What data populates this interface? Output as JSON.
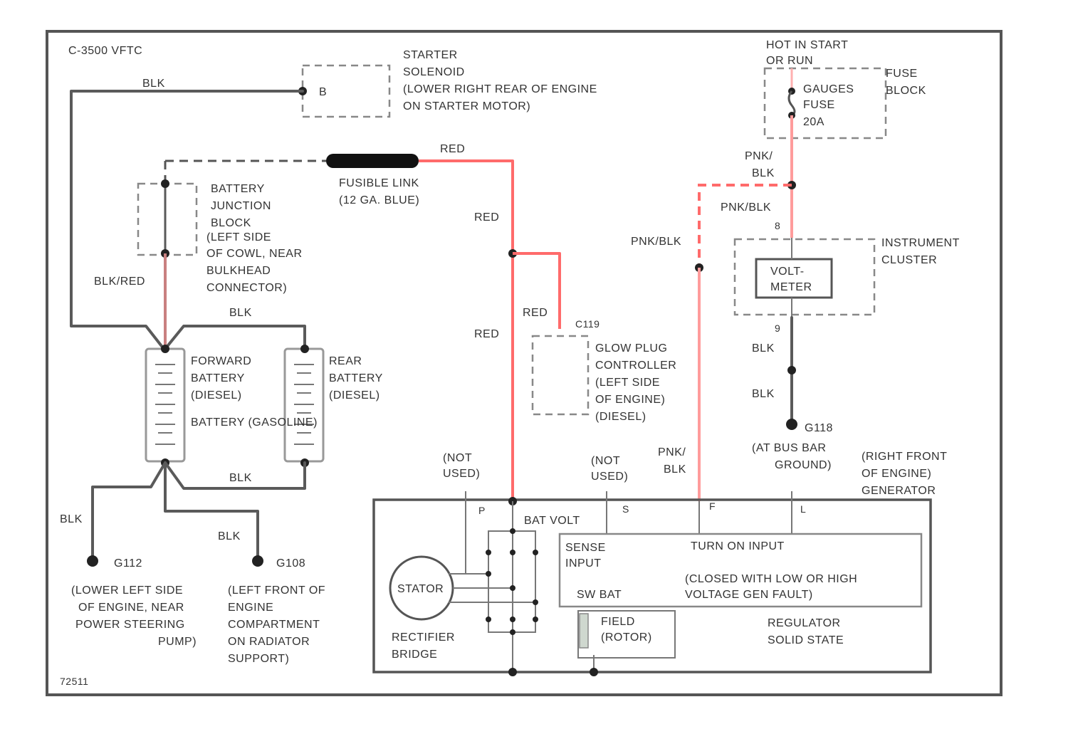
{
  "header": {
    "corner_label": "C-3500 VFTC"
  },
  "footer": {
    "figure_id": "72511"
  },
  "starter_solenoid": {
    "pin": "B",
    "label": [
      "STARTER",
      "SOLENOID",
      "(LOWER RIGHT REAR OF ENGINE",
      "ON STARTER MOTOR)"
    ]
  },
  "fusible_link": {
    "label": [
      "FUSIBLE LINK",
      "(12 GA. BLUE)"
    ]
  },
  "battery_junction_block": {
    "label": [
      "BATTERY",
      "JUNCTION",
      "BLOCK",
      "(LEFT SIDE",
      "OF COWL, NEAR",
      "BULKHEAD",
      "CONNECTOR)"
    ]
  },
  "fuse_block": {
    "hot_label": [
      "HOT IN START",
      "OR RUN"
    ],
    "fuse_label": [
      "GAUGES",
      "FUSE",
      "20A"
    ],
    "block_label": [
      "FUSE",
      "BLOCK"
    ]
  },
  "instrument_cluster": {
    "label": [
      "INSTRUMENT",
      "CLUSTER"
    ],
    "meter_label": [
      "VOLT-",
      "METER"
    ],
    "pin_top": "8",
    "pin_bottom": "9"
  },
  "batteries": {
    "forward": [
      "FORWARD",
      "BATTERY",
      "(DIESEL)"
    ],
    "rear": [
      "REAR",
      "BATTERY",
      "(DIESEL)"
    ],
    "gas": "BATTERY (GASOLINE)"
  },
  "glow_plug": {
    "connector": "C119",
    "label": [
      "GLOW PLUG",
      "CONTROLLER",
      "(LEFT SIDE",
      "OF ENGINE)",
      "(DIESEL)"
    ]
  },
  "wire_labels": {
    "blk_top": "BLK",
    "red_1": "RED",
    "red_2": "RED",
    "red_3": "RED",
    "red_4": "RED",
    "blk_red": "BLK/RED",
    "blk_batt_top": "BLK",
    "blk_batt_bottom": "BLK",
    "blk_g112": "BLK",
    "blk_g108": "BLK",
    "pnk": "PNK/",
    "pnk_blk_blk": "BLK",
    "pnk_blk_1": "PNK/BLK",
    "pnk_blk_2": "PNK/BLK",
    "pnk_gen": "PNK/",
    "pnk_gen_blk": "BLK",
    "blk_cluster_1": "BLK",
    "blk_cluster_2": "BLK"
  },
  "grounds": {
    "g112": {
      "id": "G112",
      "label": [
        "(LOWER LEFT SIDE",
        "OF ENGINE, NEAR",
        "POWER STEERING",
        "PUMP)"
      ]
    },
    "g108": {
      "id": "G108",
      "label": [
        "(LEFT FRONT OF",
        "ENGINE",
        "COMPARTMENT",
        "ON RADIATOR",
        "SUPPORT)"
      ]
    },
    "g118": {
      "id": "G118",
      "label": [
        "(AT BUS BAR",
        "GROUND)"
      ]
    }
  },
  "generator": {
    "label": [
      "(RIGHT FRONT",
      "OF ENGINE)",
      "GENERATOR"
    ],
    "not_used_1": [
      "(NOT",
      "USED)"
    ],
    "not_used_2": [
      "(NOT",
      "USED)"
    ],
    "pin_p": "P",
    "pin_s": "S",
    "pin_f": "F",
    "pin_l": "L",
    "bat_volt": "BAT VOLT",
    "sense_input": [
      "SENSE",
      "INPUT"
    ],
    "turn_on_input": "TURN ON INPUT",
    "closed_note": [
      "(CLOSED WITH LOW OR HIGH",
      "VOLTAGE GEN FAULT)"
    ],
    "sw_bat": "SW BAT",
    "stator": "STATOR",
    "rectifier": [
      "RECTIFIER",
      "BRIDGE"
    ],
    "field": [
      "FIELD",
      "(ROTOR)"
    ],
    "regulator": [
      "REGULATOR",
      "SOLID STATE"
    ]
  },
  "colors": {
    "red_wire": "#ff6b6b",
    "black_wire": "#5a5a5a",
    "frame": "#555555"
  }
}
